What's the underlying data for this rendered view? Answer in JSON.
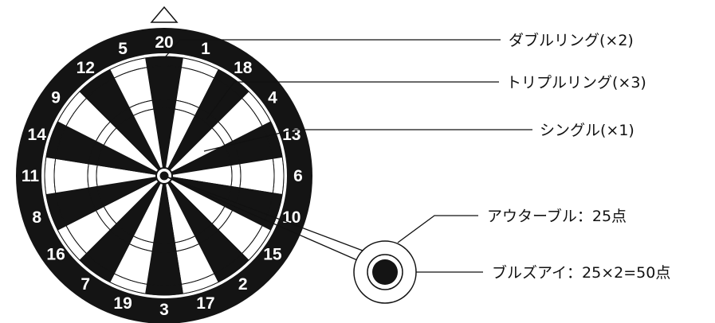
{
  "board": {
    "numbers": [
      "20",
      "1",
      "18",
      "4",
      "13",
      "6",
      "10",
      "15",
      "2",
      "17",
      "3",
      "19",
      "7",
      "16",
      "8",
      "11",
      "14",
      "9",
      "12",
      "5"
    ],
    "colors": {
      "dark": "#141414",
      "light": "#ffffff"
    }
  },
  "labels": {
    "double": "ダブルリング(×2)",
    "triple": "トリプルリング(×3)",
    "single": "シングル(×1)",
    "outer_bull": "アウターブル：25点",
    "bullseye": "ブルズアイ：25×2=50点"
  }
}
